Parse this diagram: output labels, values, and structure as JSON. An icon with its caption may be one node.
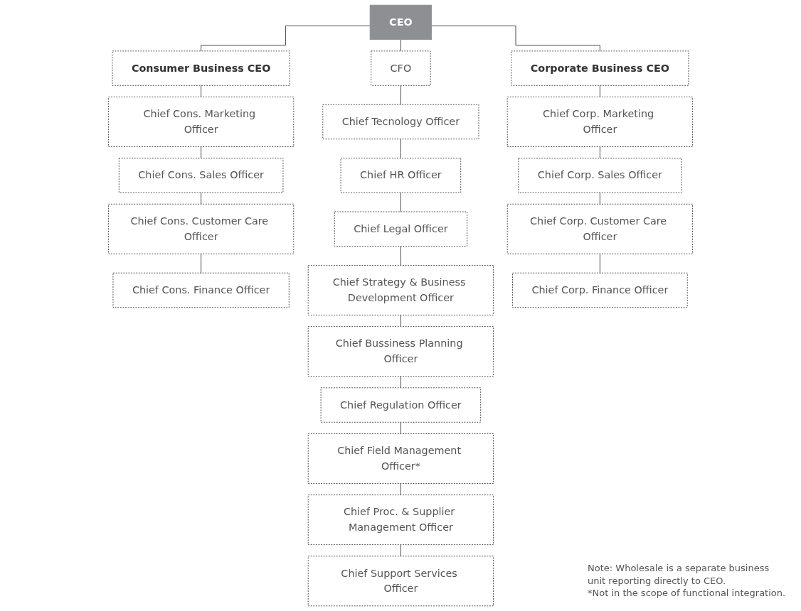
{
  "diagram": {
    "nodes": [
      {
        "text": [
          "CEO"
        ]
      },
      {
        "text": [
          "Consumer Business CEO"
        ]
      },
      {
        "text": [
          "Chief Cons. Marketing Officer"
        ]
      },
      {
        "text": [
          "Chief Cons. Sales Officer"
        ]
      },
      {
        "text": [
          "Chief Cons. Customer Care Officer"
        ]
      },
      {
        "text": [
          "Chief Cons. Finance Officer"
        ]
      },
      {
        "text": [
          "CFO"
        ]
      },
      {
        "text": [
          "Chief Tecnology Officer"
        ]
      },
      {
        "text": [
          "Chief HR Officer"
        ]
      },
      {
        "text": [
          "Chief Legal Officer"
        ]
      },
      {
        "text": [
          "Chief Strategy & Business Development Officer"
        ]
      },
      {
        "text": [
          "Chief Bussiness Planning Officer"
        ]
      },
      {
        "text": [
          "Chief Regulation Officer"
        ]
      },
      {
        "text": [
          "Chief Field Management Officer*"
        ]
      },
      {
        "text": [
          "Chief Proc. & Supplier Management Officer"
        ]
      },
      {
        "text": [
          "Chief Support Services Officer"
        ]
      },
      {
        "text": [
          "Corporate Business CEO"
        ]
      },
      {
        "text": [
          "Chief Corp. Marketing Officer"
        ]
      },
      {
        "text": [
          "Chief Corp. Sales Officer"
        ]
      },
      {
        "text": [
          "Chief Corp. Customer Care Officer"
        ]
      },
      {
        "text": [
          "Chief Corp. Finance Officer"
        ]
      }
    ],
    "edges": [
      {
        "from": 0,
        "to": 1,
        "arrow": "none"
      },
      {
        "from": 0,
        "to": 6,
        "arrow": "none"
      },
      {
        "from": 0,
        "to": 16,
        "arrow": "none"
      },
      {
        "from": 1,
        "to": 2,
        "arrow": "none"
      },
      {
        "from": 2,
        "to": 3,
        "arrow": "none"
      },
      {
        "from": 3,
        "to": 4,
        "arrow": "none"
      },
      {
        "from": 4,
        "to": 5,
        "arrow": "none"
      },
      {
        "from": 6,
        "to": 7,
        "arrow": "none"
      },
      {
        "from": 7,
        "to": 8,
        "arrow": "none"
      },
      {
        "from": 8,
        "to": 9,
        "arrow": "none"
      },
      {
        "from": 9,
        "to": 10,
        "arrow": "none"
      },
      {
        "from": 10,
        "to": 11,
        "arrow": "none"
      },
      {
        "from": 11,
        "to": 12,
        "arrow": "none"
      },
      {
        "from": 12,
        "to": 13,
        "arrow": "none"
      },
      {
        "from": 13,
        "to": 14,
        "arrow": "none"
      },
      {
        "from": 14,
        "to": 15,
        "arrow": "none"
      },
      {
        "from": 16,
        "to": 17,
        "arrow": "none"
      },
      {
        "from": 17,
        "to": 18,
        "arrow": "none"
      },
      {
        "from": 18,
        "to": 19,
        "arrow": "none"
      },
      {
        "from": 19,
        "to": 20,
        "arrow": "none"
      }
    ],
    "labels": [
      "Note: Wholesale is a separate business unit reporting directly to CEO.",
      "*Not in the scope of functional integration."
    ]
  }
}
